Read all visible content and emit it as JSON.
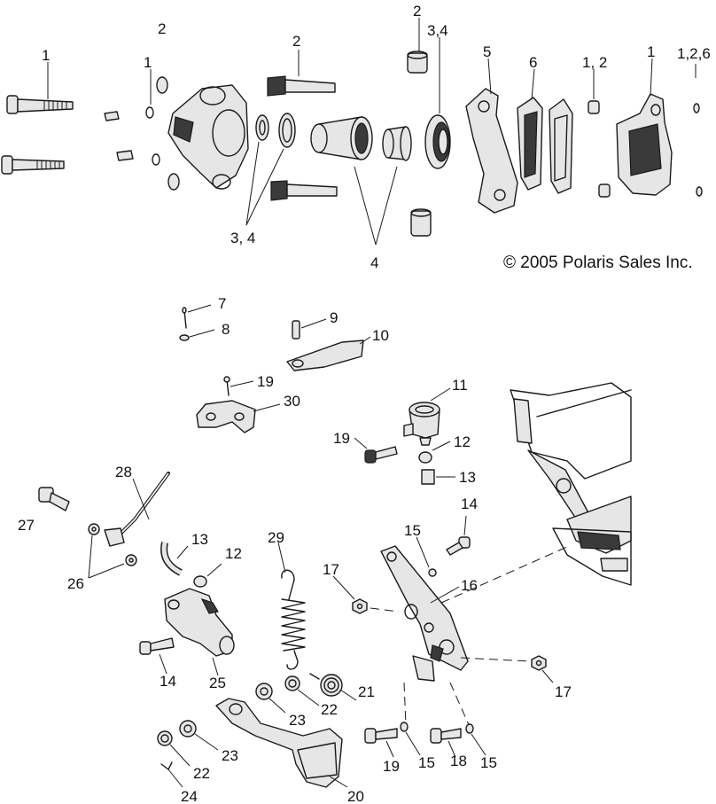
{
  "copyright": "© 2005 Polaris Sales Inc.",
  "callouts": {
    "c_1_bolt": "1",
    "c_2_top": "2",
    "c_1_small": "1",
    "c_2_pin": "2",
    "c_2_bushing": "2",
    "c_34_top": "3,4",
    "c_5": "5",
    "c_6": "6",
    "c_12_right": "1, 2",
    "c_1_right": "1",
    "c_126": "1,2,6",
    "c_34_low": "3, 4",
    "c_4": "4",
    "c_7": "7",
    "c_8": "8",
    "c_9": "9",
    "c_10": "10",
    "c_19_a": "19",
    "c_30": "30",
    "c_11": "11",
    "c_19_b": "19",
    "c_12_a": "12",
    "c_13_a": "13",
    "c_28": "28",
    "c_27": "27",
    "c_26": "26",
    "c_13_b": "13",
    "c_12_b": "12",
    "c_29": "29",
    "c_14_a": "14",
    "c_15_a": "15",
    "c_17_a": "17",
    "c_16": "16",
    "c_14_b": "14",
    "c_25": "25",
    "c_21": "21",
    "c_17_b": "17",
    "c_23_a": "23",
    "c_22_a": "22",
    "c_23_b": "23",
    "c_22_b": "22",
    "c_24": "24",
    "c_19_c": "19",
    "c_15_b": "15",
    "c_18": "18",
    "c_15_c": "15",
    "c_20": "20"
  }
}
